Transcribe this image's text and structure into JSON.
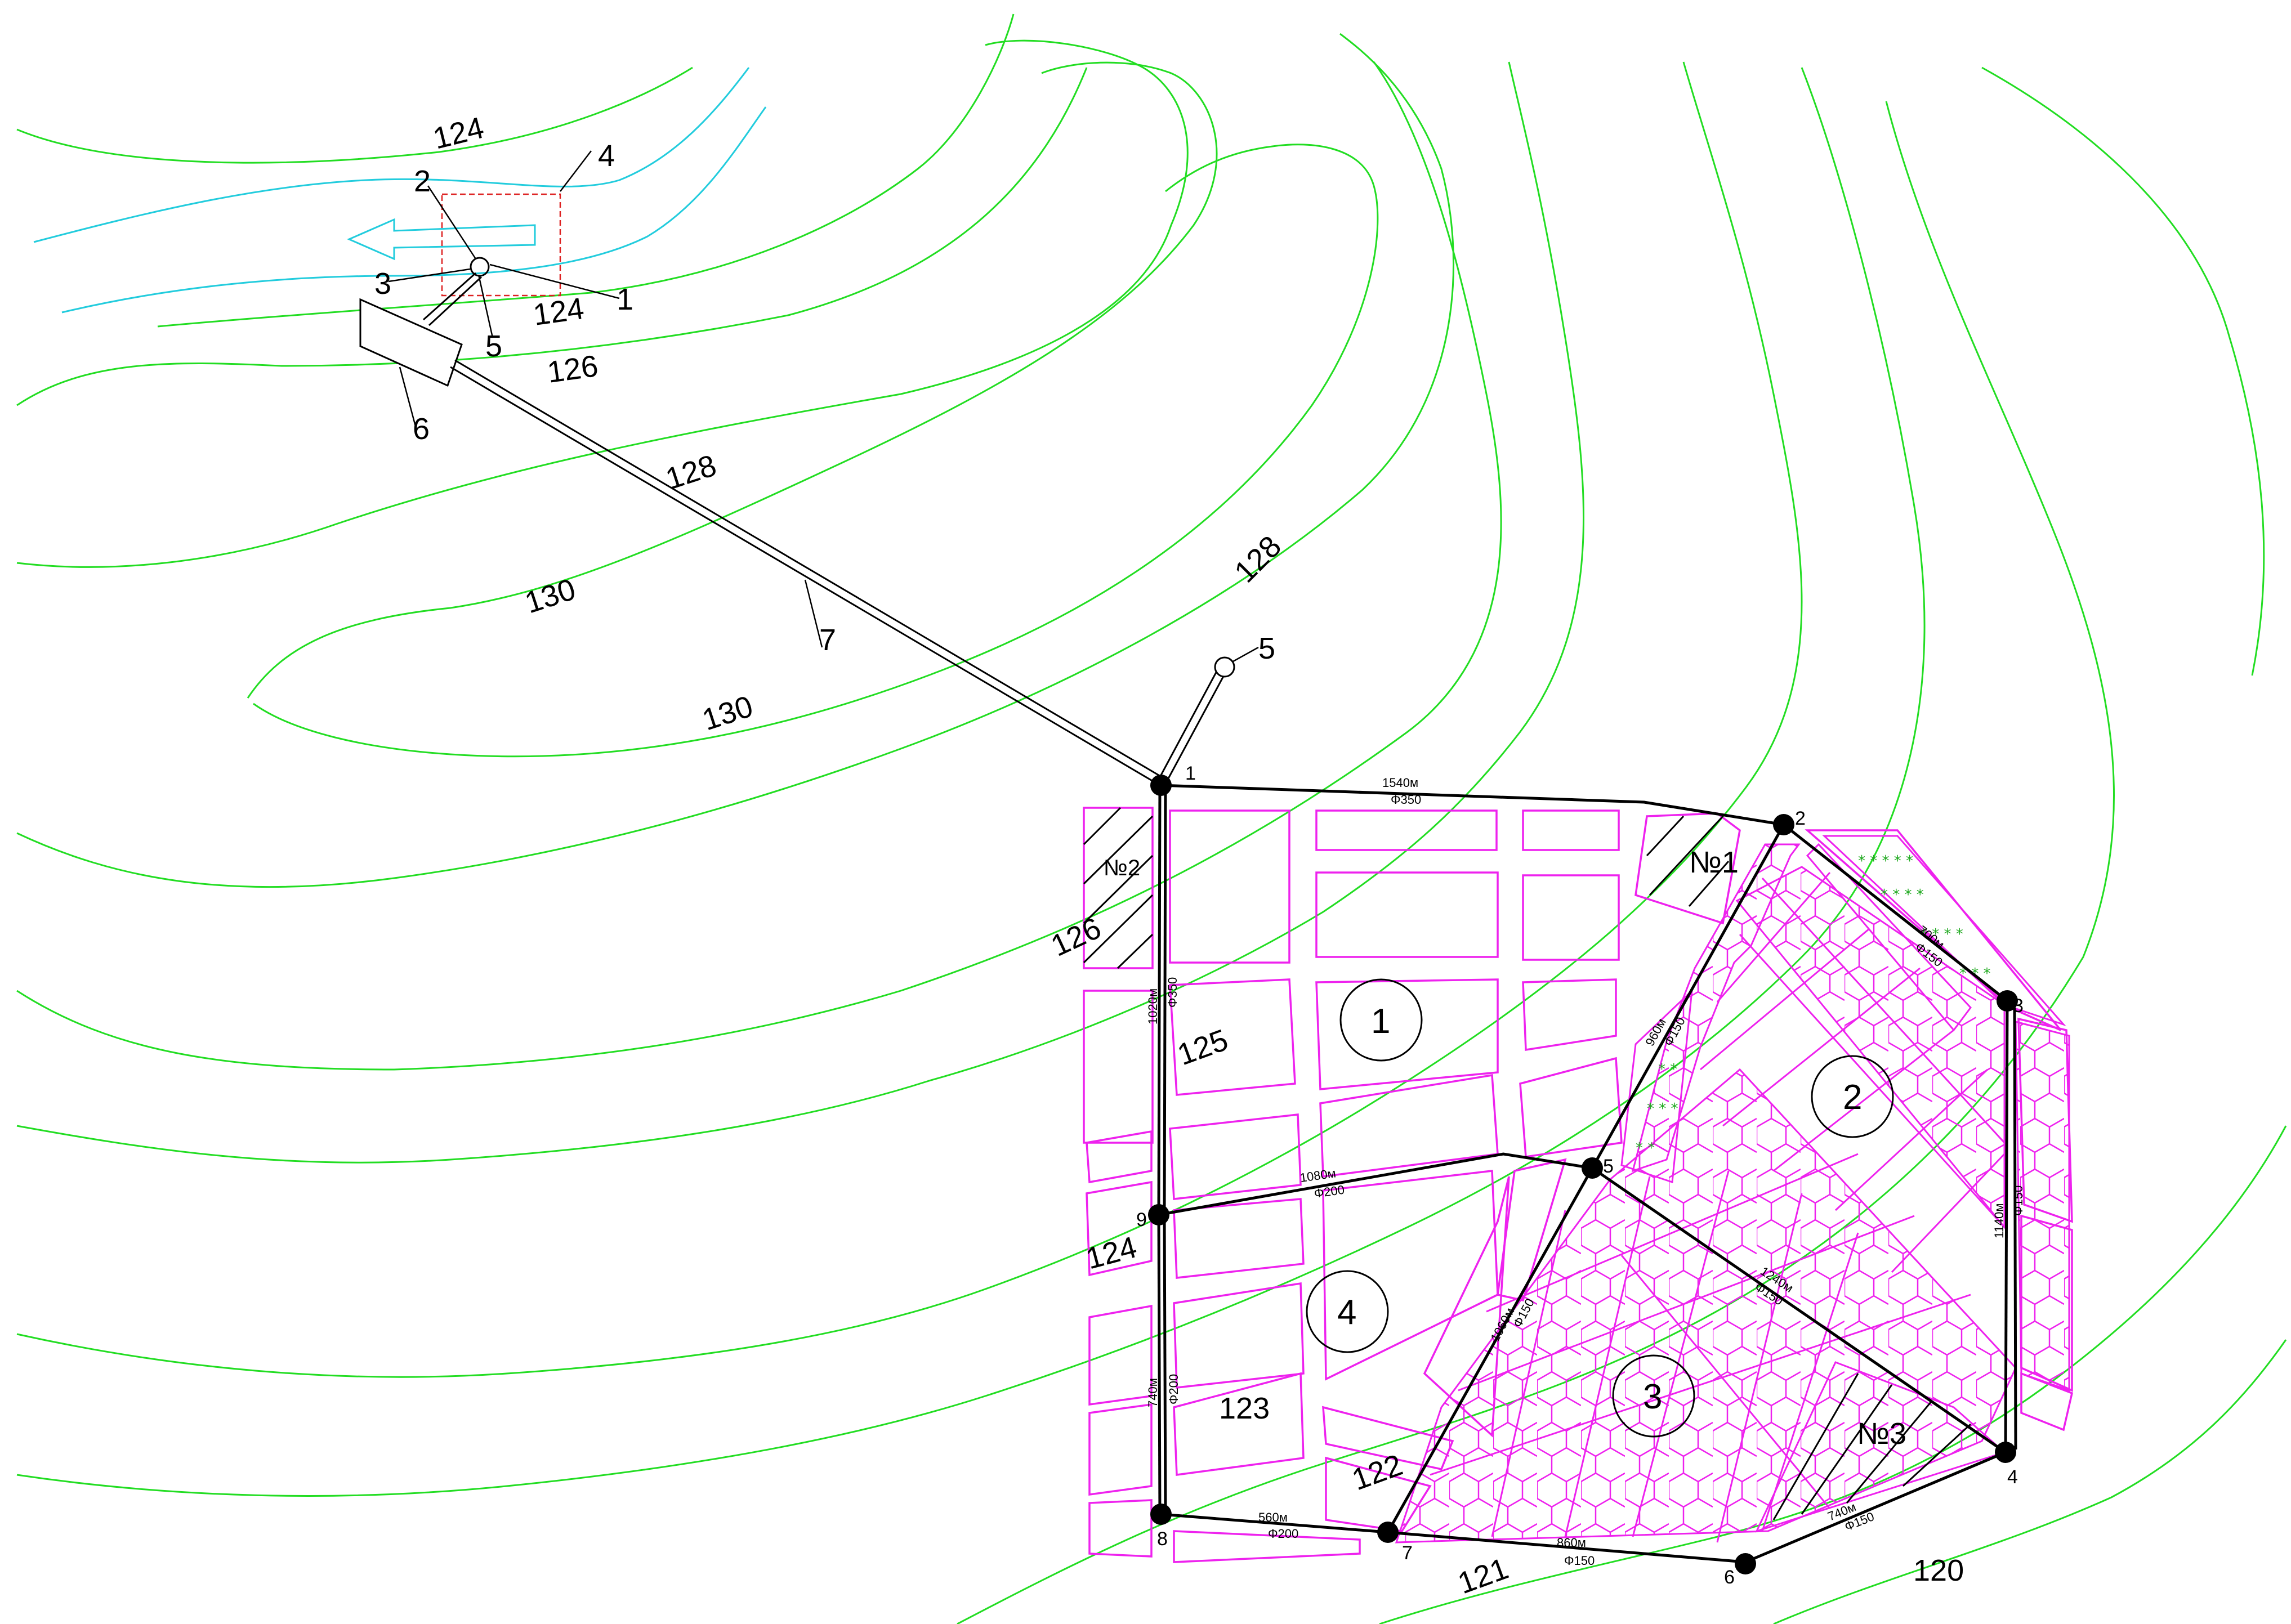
{
  "contour_labels": {
    "c124_top": "124",
    "c124_mid": "124",
    "c126_top": "126",
    "c128_top": "128",
    "c130_left": "130",
    "c130_right": "130",
    "c128_right": "128",
    "c126_left": "126",
    "c125": "125",
    "c124_low": "124",
    "c123": "123",
    "c122": "122",
    "c121": "121",
    "c120": "120"
  },
  "intake_labels": {
    "l1": "1",
    "l2": "2",
    "l3": "3",
    "l4": "4",
    "l5": "5",
    "l6": "6",
    "l7": "7",
    "l5b": "5"
  },
  "nodes": {
    "n1": "1",
    "n2": "2",
    "n3": "3",
    "n4": "4",
    "n5": "5",
    "n6": "6",
    "n7": "7",
    "n8": "8",
    "n9": "9"
  },
  "pipes": {
    "p12_len": "1540м",
    "p12_d": "Φ350",
    "p23_len": "700м",
    "p23_d": "Φ150",
    "p25_len": "960м",
    "p25_d": "Φ150",
    "p34_len": "1140м",
    "p34_d": "Φ150",
    "p19_len": "1020м",
    "p19_d": "Φ350",
    "p95_len": "1080м",
    "p95_d": "Φ200",
    "p54_len": "1240м",
    "p54_d": "Φ150",
    "p57_len": "1060м",
    "p57_d": "Φ150",
    "p98_len": "740м",
    "p98_d": "Φ200",
    "p87_len": "560м",
    "p87_d": "Φ200",
    "p76_len": "860м",
    "p76_d": "Φ150",
    "p64_len": "740м",
    "p64_d": "Φ150"
  },
  "zones": {
    "z1": "1",
    "z2": "2",
    "z3": "3",
    "z4": "4"
  },
  "towers": {
    "t1": "№1",
    "t2": "№2",
    "t3": "№3"
  },
  "colors": {
    "contour": "#22dd22",
    "river": "#22ccdd",
    "block": "#ee22ee",
    "pipe": "#000000",
    "intake_frame": "#dd2222"
  }
}
